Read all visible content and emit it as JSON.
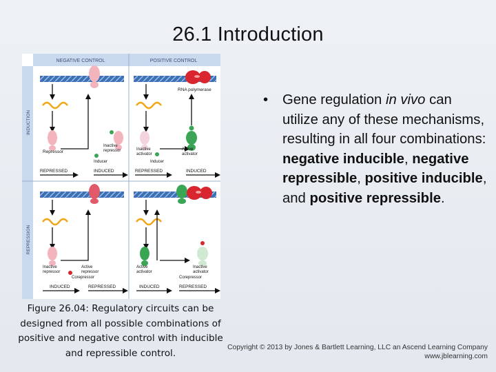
{
  "slide": {
    "title": "26.1  Introduction"
  },
  "figure": {
    "headers": {
      "negative_control": "NEGATIVE CONTROL",
      "positive_control": "POSITIVE CONTROL"
    },
    "row_labels": {
      "induction": "INDUCTION",
      "repression": "REPRESSION"
    },
    "labels": {
      "rna_polymerase": "RNA polymerase",
      "repressor": "Repressor",
      "inactive_repressor_1": "Inactive",
      "inactive_repressor_2": "repressor",
      "inducer": "Inducer",
      "inactive_activator_1": "Inactive",
      "inactive_activator_2": "activator",
      "inducer_2": "Inducer",
      "active_activator_1": "Active",
      "active_activator_2": "activator",
      "inactive_repressor_b1": "Inactive",
      "inactive_repressor_b2": "repressor",
      "active_repressor_1": "Active",
      "active_repressor_2": "repressor",
      "corepressor": "Corepressor",
      "active_activator_b1": "Active",
      "active_activator_b2": "activator",
      "inactive_activator_b1": "Inactive",
      "inactive_activator_b2": "activator",
      "corepressor_2": "Corepressor"
    },
    "states": {
      "top_neg_left": "REPRESSED",
      "top_neg_right": "INDUCED",
      "top_pos_left": "REPRESSED",
      "top_pos_right": "INDUCED",
      "bot_neg_left": "INDUCED",
      "bot_neg_right": "REPRESSED",
      "bot_pos_left": "INDUCED",
      "bot_pos_right": "REPRESSED"
    },
    "caption": "Figure 26.04: Regulatory circuits can be designed from all possible combinations of positive and negative control with inducible and repressible control."
  },
  "bullet": {
    "part1": "Gene regulation ",
    "italic": "in vivo",
    "part2": " can utilize any of these mechanisms, resulting in all four combinations: ",
    "b1": "negative inducible",
    "sep1": ", ",
    "b2": "negative repressible",
    "sep2": ", ",
    "b3": "positive inducible",
    "sep3": ", and ",
    "b4": "positive repressible",
    "end": "."
  },
  "copyright": {
    "line1": "Copyright © 2013 by Jones & Bartlett Learning, LLC an Ascend Learning Company",
    "line2": "www.jblearning.com"
  },
  "colors": {
    "header_blue": "#c9d9ee",
    "side_blue": "#c9d9ee",
    "dna_blue": "#3d6fb4",
    "repressor_pink": "#f3b4bd",
    "repressor_red": "#e05a6a",
    "activator_green": "#3aa655",
    "polymerase_red": "#d9262e",
    "mrna_orange": "#f2a516"
  }
}
